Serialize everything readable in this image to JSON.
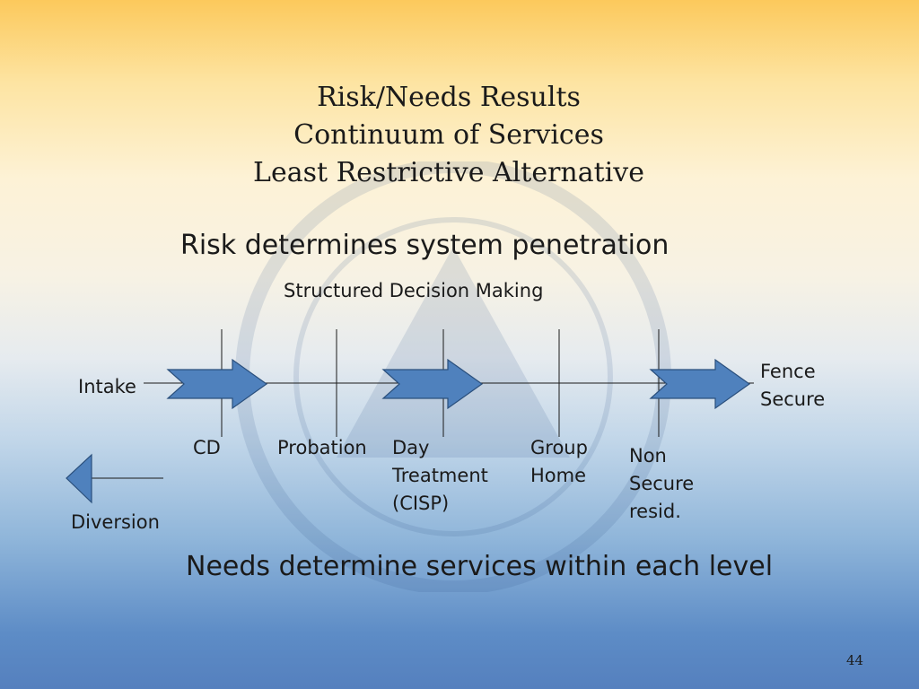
{
  "slide": {
    "title_lines": [
      "Risk/Needs Results",
      "Continuum of Services",
      "Least Restrictive Alternative"
    ],
    "risk_heading": "Risk determines system penetration",
    "subheading": "Structured Decision Making",
    "needs_heading": "Needs determine services within each level",
    "page_number": "44"
  },
  "diagram": {
    "start_label": "Intake",
    "end_label_lines": [
      "Fence",
      "Secure"
    ],
    "diversion_label": "Diversion",
    "levels": [
      {
        "lines": [
          "CD"
        ]
      },
      {
        "lines": [
          "Probation"
        ]
      },
      {
        "lines": [
          "Day",
          "Treatment",
          "(CISP)"
        ]
      },
      {
        "lines": [
          "Group",
          "Home"
        ]
      },
      {
        "lines": [
          "Non",
          "Secure",
          "resid."
        ]
      }
    ]
  },
  "colors": {
    "arrow_fill": "#4f81bd",
    "arrow_stroke": "#2a4f7c",
    "line": "#1a1a1a"
  }
}
